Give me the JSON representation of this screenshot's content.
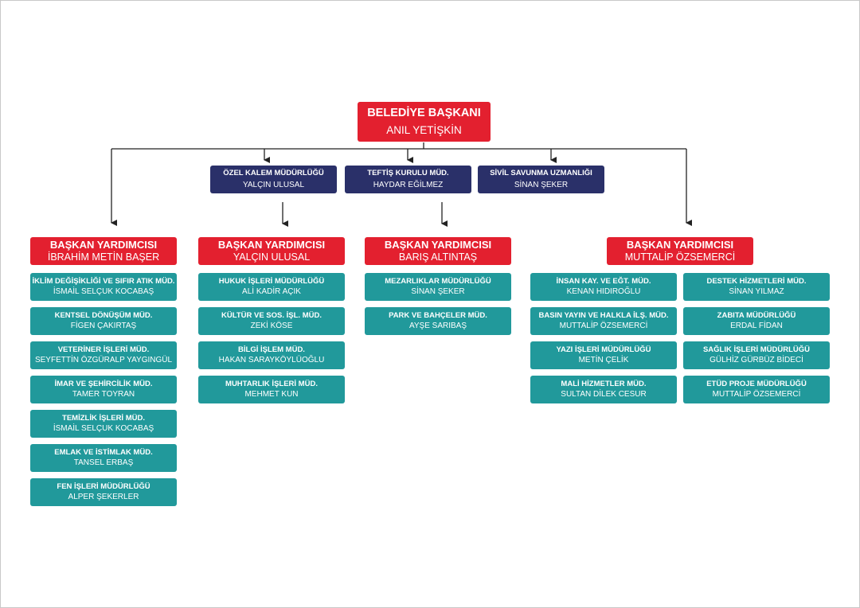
{
  "mayor": {
    "title": "BELEDİYE BAŞKANI",
    "name": "ANIL YETİŞKİN"
  },
  "staff": [
    {
      "title": "ÖZEL KALEM MÜDÜRLÜĞÜ",
      "name": "YALÇIN ULUSAL"
    },
    {
      "title": "TEFTİŞ KURULU MÜD.",
      "name": "HAYDAR EĞİLMEZ"
    },
    {
      "title": "SİVİL SAVUNMA UZMANLIĞI",
      "name": "SİNAN ŞEKER"
    }
  ],
  "deputies": [
    {
      "title": "BAŞKAN YARDIMCISI",
      "name": "İBRAHİM METİN BAŞER",
      "units": [
        {
          "title": "İKLİM DEĞİŞİKLİĞİ VE SIFIR ATIK MÜD.",
          "name": "İSMAİL SELÇUK KOCABAŞ"
        },
        {
          "title": "KENTSEL DÖNÜŞÜM MÜD.",
          "name": "FİGEN ÇAKIRTAŞ"
        },
        {
          "title": "VETERİNER İŞLERİ MÜD.",
          "name": "SEYFETTİN ÖZGÜRALP YAYGINGÜL"
        },
        {
          "title": "İMAR VE ŞEHİRCİLİK MÜD.",
          "name": "TAMER TOYRAN"
        },
        {
          "title": "TEMİZLİK İŞLERİ MÜD.",
          "name": "İSMAİL SELÇUK KOCABAŞ"
        },
        {
          "title": "EMLAK VE İSTİMLAK MÜD.",
          "name": "TANSEL ERBAŞ"
        },
        {
          "title": "FEN İŞLERİ MÜDÜRLÜĞÜ",
          "name": "ALPER ŞEKERLER"
        }
      ]
    },
    {
      "title": "BAŞKAN YARDIMCISI",
      "name": "YALÇIN ULUSAL",
      "units": [
        {
          "title": "HUKUK İŞLERİ MÜDÜRLÜĞÜ",
          "name": "ALİ KADİR AÇIK"
        },
        {
          "title": "KÜLTÜR VE SOS. İŞL. MÜD.",
          "name": "ZEKİ KÖSE"
        },
        {
          "title": "BİLGİ İŞLEM MÜD.",
          "name": "HAKAN SARAYKÖYLÜOĞLU"
        },
        {
          "title": "MUHTARLIK İŞLERİ MÜD.",
          "name": "MEHMET KUN"
        }
      ]
    },
    {
      "title": "BAŞKAN YARDIMCISI",
      "name": "BARIŞ ALTINTAŞ",
      "units": [
        {
          "title": "MEZARLIKLAR MÜDÜRLÜĞÜ",
          "name": "SİNAN ŞEKER"
        },
        {
          "title": "PARK VE BAHÇELER MÜD.",
          "name": "AYŞE SARIBAŞ"
        }
      ]
    },
    {
      "title": "BAŞKAN YARDIMCISI",
      "name": "MUTTALİP ÖZSEMERCİ",
      "units": [
        {
          "title": "İNSAN KAY. VE EĞT. MÜD.",
          "name": "KENAN HIDIROĞLU"
        },
        {
          "title": "DESTEK HİZMETLERİ MÜD.",
          "name": "SİNAN YILMAZ"
        },
        {
          "title": "BASIN YAYIN VE HALKLA İLŞ. MÜD.",
          "name": "MUTTALİP ÖZSEMERCİ"
        },
        {
          "title": "ZABITA MÜDÜRLÜĞÜ",
          "name": "ERDAL FİDAN"
        },
        {
          "title": "YAZI İŞLERİ MÜDÜRLÜĞÜ",
          "name": "METİN ÇELİK"
        },
        {
          "title": "SAĞLIK İŞLERİ MÜDÜRLÜĞÜ",
          "name": "GÜLHİZ GÜRBÜZ BİDECİ"
        },
        {
          "title": "MALİ HİZMETLER MÜD.",
          "name": "SULTAN DİLEK CESUR"
        },
        {
          "title": "ETÜD PROJE MÜDÜRLÜĞÜ",
          "name": "MUTTALİP ÖZSEMERCİ"
        }
      ]
    }
  ]
}
